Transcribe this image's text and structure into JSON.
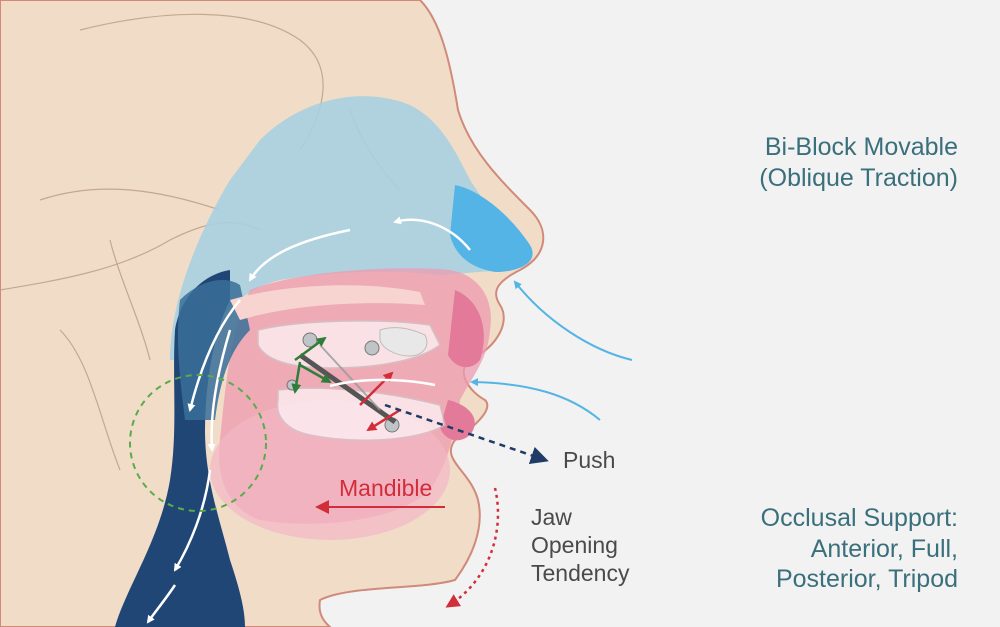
{
  "labels": {
    "device_title": "Bi-Block Movable",
    "device_subtitle": "(Oblique Traction)",
    "push": "Push",
    "mandible": "Mandible",
    "jaw_line1": "Jaw",
    "jaw_line2": "Opening",
    "jaw_line3": "Tendency",
    "support_title": "Occlusal Support:",
    "support_line1": "Anterior, Full,",
    "support_line2": "Posterior, Tripod"
  },
  "colors": {
    "background": "#f2f2f2",
    "skin": "#f1dcc8",
    "airway_light": "#a9cfe0",
    "airway_bright": "#55b4e6",
    "airway_dark": "#1f4674",
    "tissue_pink": "#ec9bb0",
    "accent_teal": "#3a6f7c",
    "arrow_red": "#d12e3a",
    "arrow_green": "#2e7d3a",
    "arrow_navy": "#1f3b66",
    "dashed_green": "#5aab4a"
  }
}
